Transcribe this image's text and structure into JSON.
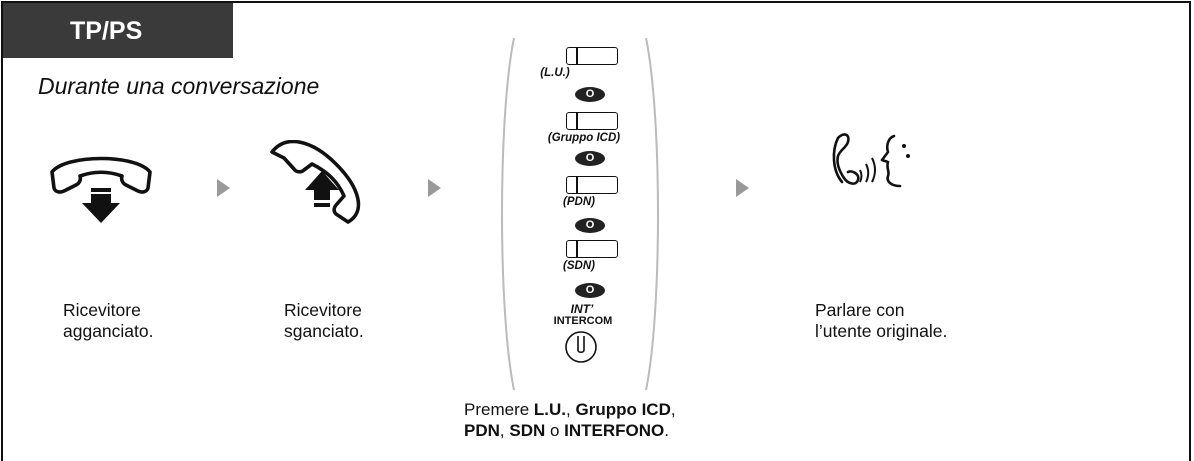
{
  "header": {
    "tab_label": "TP/PS",
    "context": "Durante una conversazione"
  },
  "steps": [
    {
      "caption_line1": "Ricevitore",
      "caption_line2": "agganciato.",
      "icon": "handset-on-hook-icon"
    },
    {
      "caption_line1": "Ricevitore",
      "caption_line2": "sganciato.",
      "icon": "handset-off-hook-icon"
    },
    {
      "caption_line1": "Parlare con",
      "caption_line2": "l’utente originale.",
      "icon": "talk-icon"
    }
  ],
  "keys": {
    "lu": "(L.U.)",
    "icd": "(Gruppo ICD)",
    "pdn": "(PDN)",
    "sdn": "(SDN)",
    "or_symbol": "O",
    "int_label": "INT’",
    "intercom_label": "INTERCOM"
  },
  "instruction": {
    "prefix": "Premere ",
    "k1": "L.U.",
    "sep1": ", ",
    "k2": "Gruppo ICD",
    "sep2": ",",
    "k3": "PDN",
    "sep3": ", ",
    "k4": "SDN",
    "sep4": " o ",
    "k5": "INTERFONO",
    "suffix": "."
  },
  "colors": {
    "tab_bg": "#3a3a3a",
    "arrow": "#999999",
    "bracket": "#bbbbbb"
  }
}
